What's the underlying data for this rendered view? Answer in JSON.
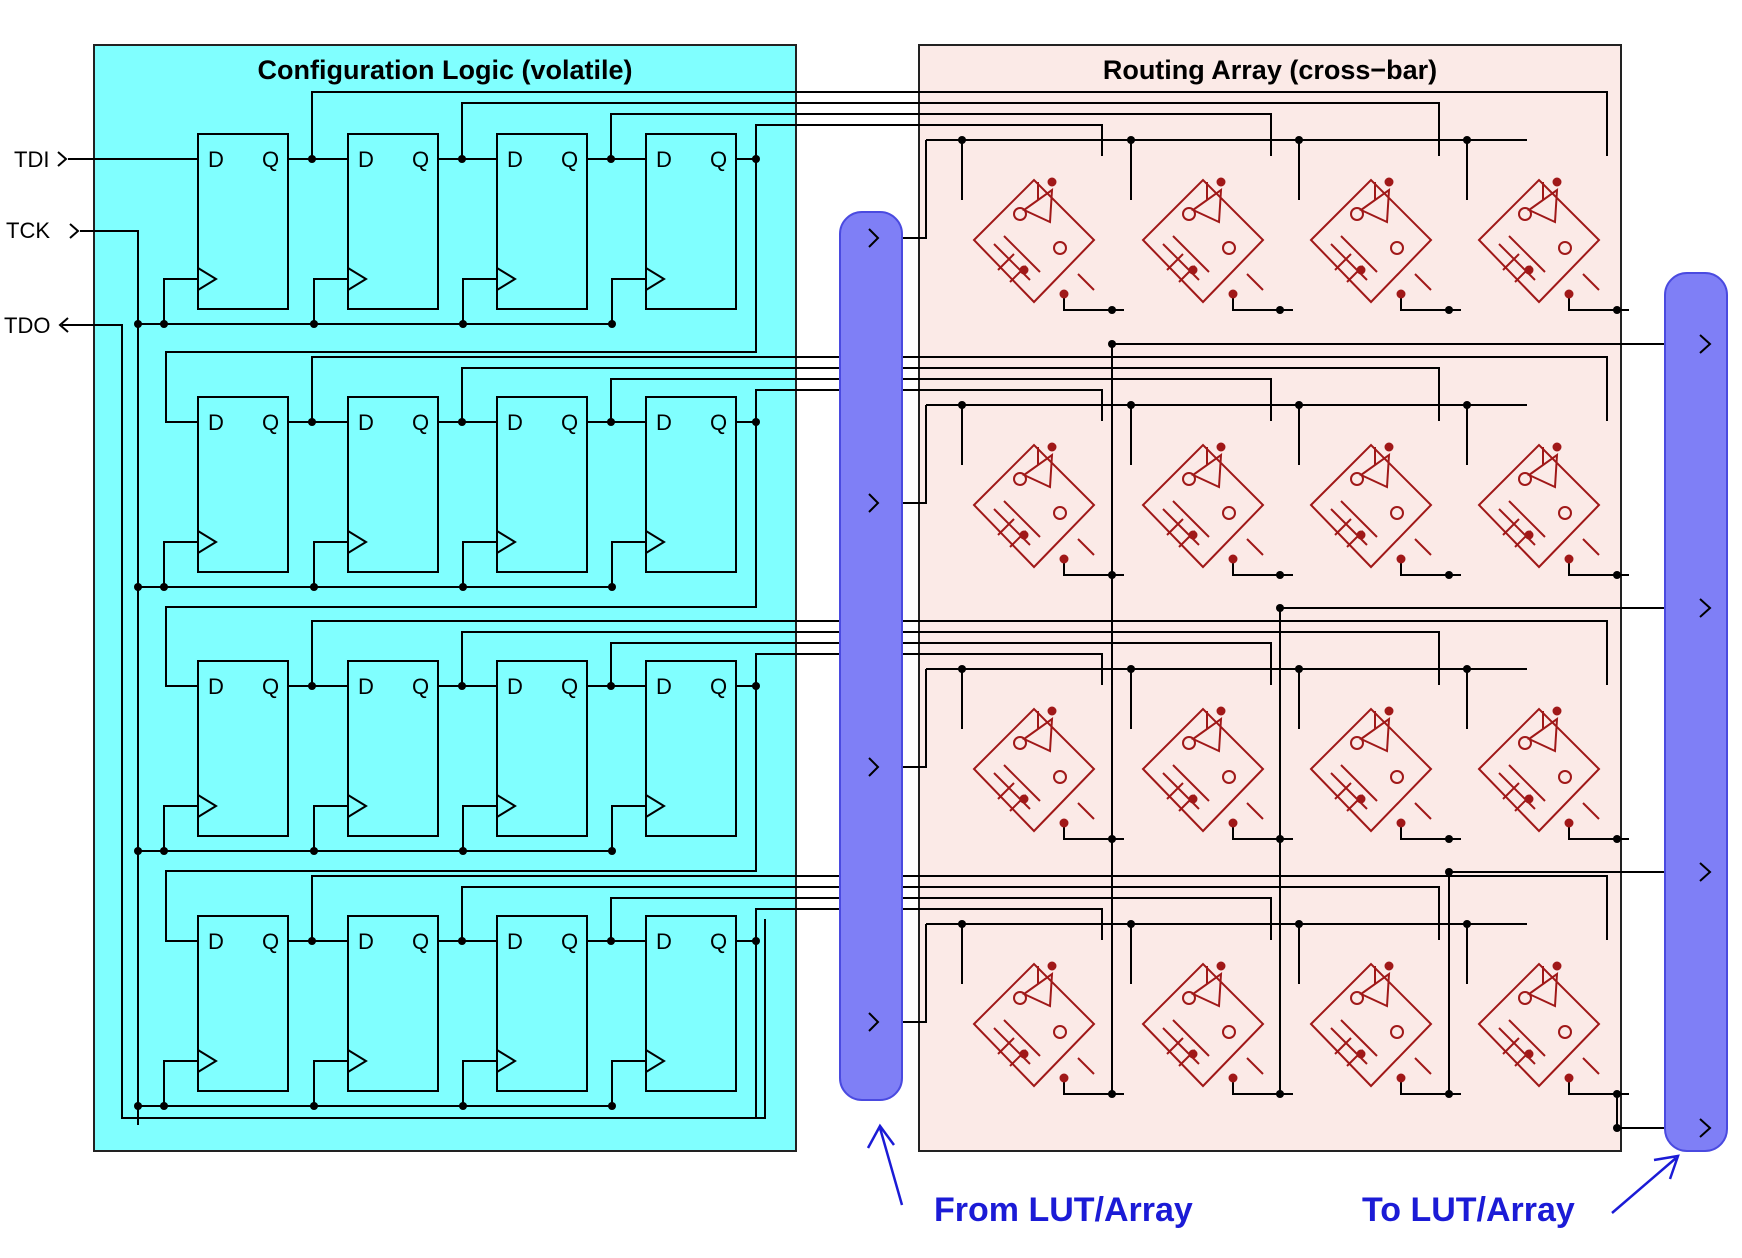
{
  "config_panel": {
    "title": "Configuration Logic (volatile)"
  },
  "routing_panel": {
    "title": "Routing Array (cross−bar)"
  },
  "ports": {
    "tdi": "TDI",
    "tck": "TCK",
    "tdo": "TDO"
  },
  "flipflop": {
    "d_label": "D",
    "q_label": "Q"
  },
  "buses": {
    "from_label": "From LUT/Array",
    "to_label": "To LUT/Array"
  },
  "colors": {
    "config_bg": "#80ffff",
    "routing_bg": "#fbeae7",
    "bus_fill": "#7f7ff6",
    "bus_stroke": "#4a4ae0",
    "cell_stroke": "#a01818",
    "caption": "#1b1bd6"
  },
  "grid": {
    "flipflop_rows": 4,
    "flipflops_per_row": 4,
    "crossbar_rows": 4,
    "crossbar_cols": 4
  }
}
